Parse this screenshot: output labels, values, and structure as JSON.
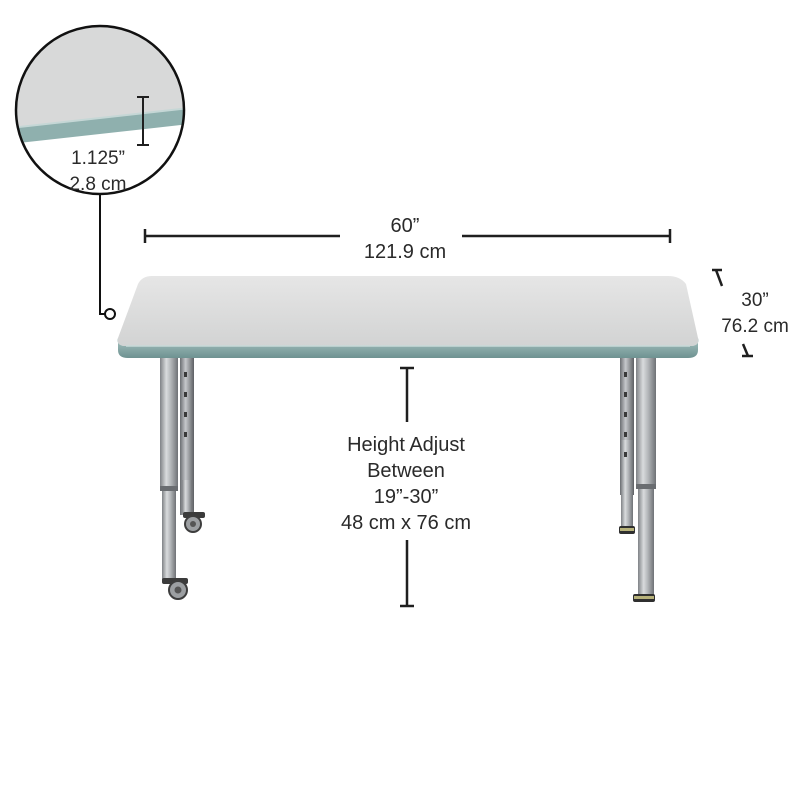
{
  "dimensions": {
    "width": {
      "imperial": "60”",
      "metric": "121.9 cm"
    },
    "depth": {
      "imperial": "30”",
      "metric": "76.2 cm"
    },
    "top_thickness": {
      "imperial": "1.125”",
      "metric": "2.8 cm"
    },
    "height_adjust": {
      "line1": "Height Adjust",
      "line2": "Between",
      "imperial": "19”-30”",
      "metric": "48 cm x 76 cm"
    }
  },
  "colors": {
    "tabletop": "#dcdcdc",
    "edge_band": "#8fb0ae",
    "legs": "#a9acaf",
    "dimension_lines": "#1f1f1f",
    "background": "#ffffff"
  },
  "icons": {
    "detail_callout": "magnifier-circle",
    "casters": "caster-wheel"
  }
}
